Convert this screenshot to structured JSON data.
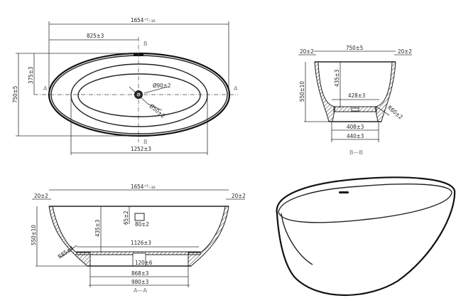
{
  "top_view": {
    "overall_length": "1654⁺⁵₋₁₀",
    "half_length": "825±3",
    "width": "750±5",
    "half_width": "375±3",
    "inner_length": "1252±3",
    "drain_outer": "Ø90±2",
    "drain_inner": "Ø50±2",
    "section_a_left": "A",
    "section_a_right": "A",
    "section_b_top": "B",
    "section_b_bottom": "B"
  },
  "section_bb": {
    "title": "B—B",
    "top_width": "750±5",
    "rim_left": "20±2",
    "rim_right": "20±2",
    "height": "550±10",
    "depth": "435±3",
    "floor_width": "428±3",
    "radius": "R60±2",
    "base_inner": "408±3",
    "base_outer": "440±3"
  },
  "section_aa": {
    "title": "A—A",
    "overall_length": "1654⁺⁵₋₁₀",
    "rim_left": "20±2",
    "rim_right": "20±2",
    "height": "550±10",
    "depth": "435±3",
    "overflow_height": "65±2",
    "overflow_size": "80±2",
    "floor_length": "1126±3",
    "radius": "R85±4",
    "base_inner": "868±3",
    "base_outer": "980±3",
    "drain_size": "120±6"
  }
}
